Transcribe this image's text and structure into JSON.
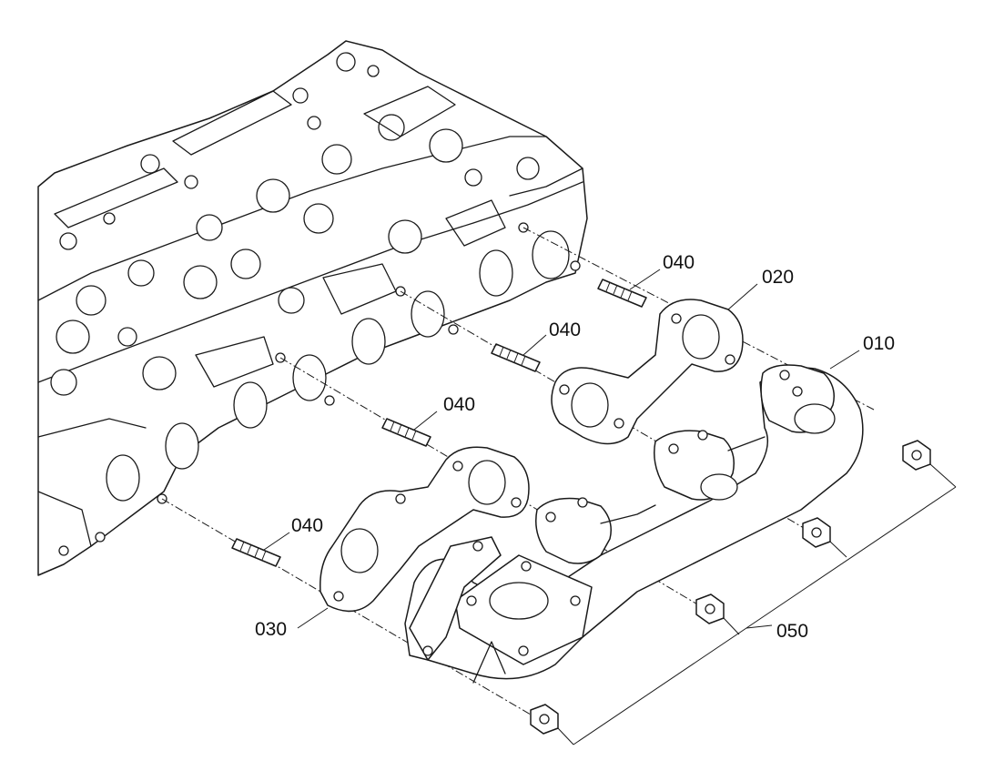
{
  "callouts": {
    "c010": "010",
    "c020": "020",
    "c030": "030",
    "c040a": "040",
    "c040b": "040",
    "c040c": "040",
    "c040d": "040",
    "c050": "050"
  }
}
